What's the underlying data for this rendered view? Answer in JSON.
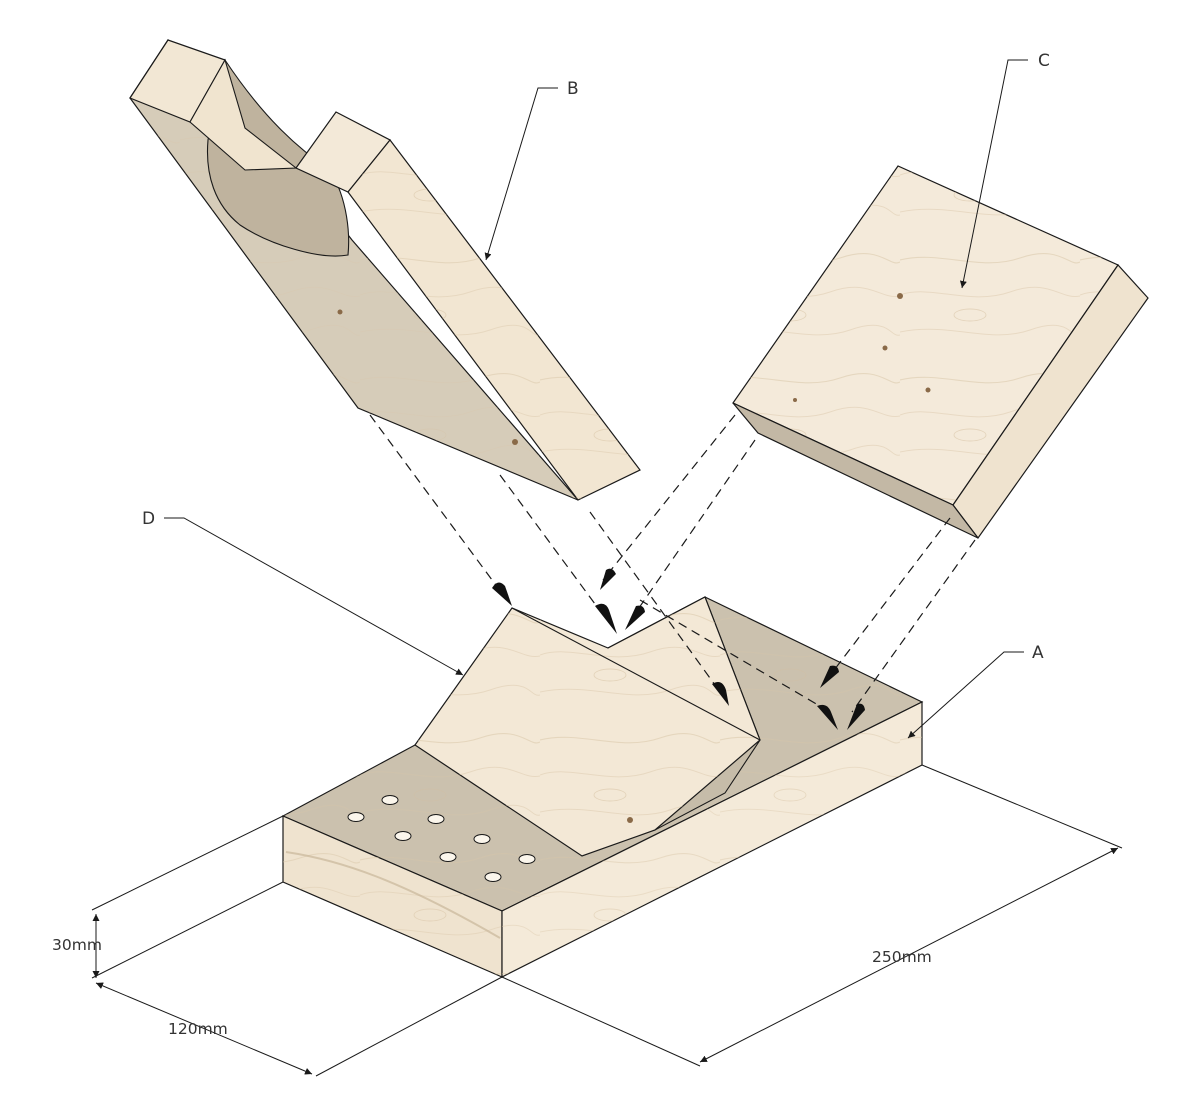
{
  "callouts": {
    "a": "A",
    "b": "B",
    "c": "C",
    "d": "D"
  },
  "dimensions": {
    "height": "30mm",
    "width": "120mm",
    "length": "250mm"
  },
  "colors": {
    "wood_light": "#f1e6d5",
    "wood_mid": "#e2d3bc",
    "wood_shadow": "#c6bba9",
    "wood_grain": "#d7c3a5",
    "knot": "#8a6a48",
    "outline": "#1a1a1a",
    "hole_fill": "#fbf6ec"
  }
}
